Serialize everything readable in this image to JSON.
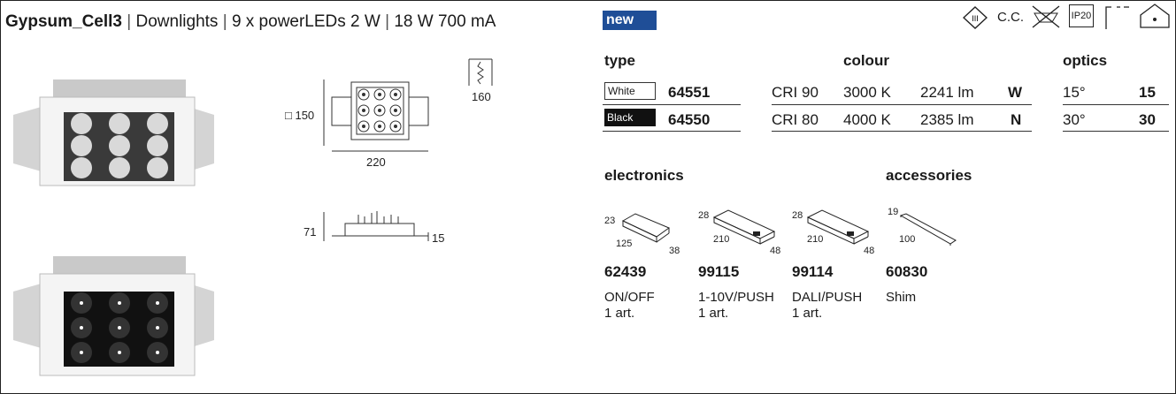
{
  "header": {
    "product": "Gypsum_Cell3",
    "divider": "|",
    "category": "Downlights",
    "leds": "9 x powerLEDs 2 W",
    "power": "18 W 700 mA"
  },
  "badge_new": "new",
  "certifications": {
    "class3_label": "III",
    "cc_label": "C.C.",
    "ip_label": "IP20"
  },
  "type": {
    "header": "type",
    "rows": [
      {
        "finish": "White",
        "code": "64551"
      },
      {
        "finish": "Black",
        "code": "64550"
      }
    ]
  },
  "colour": {
    "header": "colour",
    "rows": [
      {
        "cri": "CRI 90",
        "temp": "3000 K",
        "lumen": "2241 lm",
        "letter": "W"
      },
      {
        "cri": "CRI 80",
        "temp": "4000 K",
        "lumen": "2385 lm",
        "letter": "N"
      }
    ]
  },
  "optics": {
    "header": "optics",
    "rows": [
      {
        "angle": "15°",
        "code": "15"
      },
      {
        "angle": "30°",
        "code": "30"
      }
    ]
  },
  "drawing": {
    "top_side": "□ 150",
    "top_width": "220",
    "cut_height": "160",
    "side_height": "71",
    "side_recess": "15"
  },
  "electronics": {
    "header": "electronics",
    "items": [
      {
        "dims": [
          "23",
          "125",
          "38"
        ],
        "code": "62439",
        "name": "ON/OFF",
        "qty": "1 art."
      },
      {
        "dims": [
          "28",
          "210",
          "48"
        ],
        "code": "99115",
        "name": "1-10V/PUSH",
        "qty": "1 art."
      },
      {
        "dims": [
          "28",
          "210",
          "48"
        ],
        "code": "99114",
        "name": "DALI/PUSH",
        "qty": "1 art."
      }
    ]
  },
  "accessories": {
    "header": "accessories",
    "items": [
      {
        "dims": [
          "19",
          "100"
        ],
        "code": "60830",
        "name": "Shim"
      }
    ]
  },
  "colors": {
    "brand_blue": "#1f4e97",
    "line": "#333333"
  }
}
